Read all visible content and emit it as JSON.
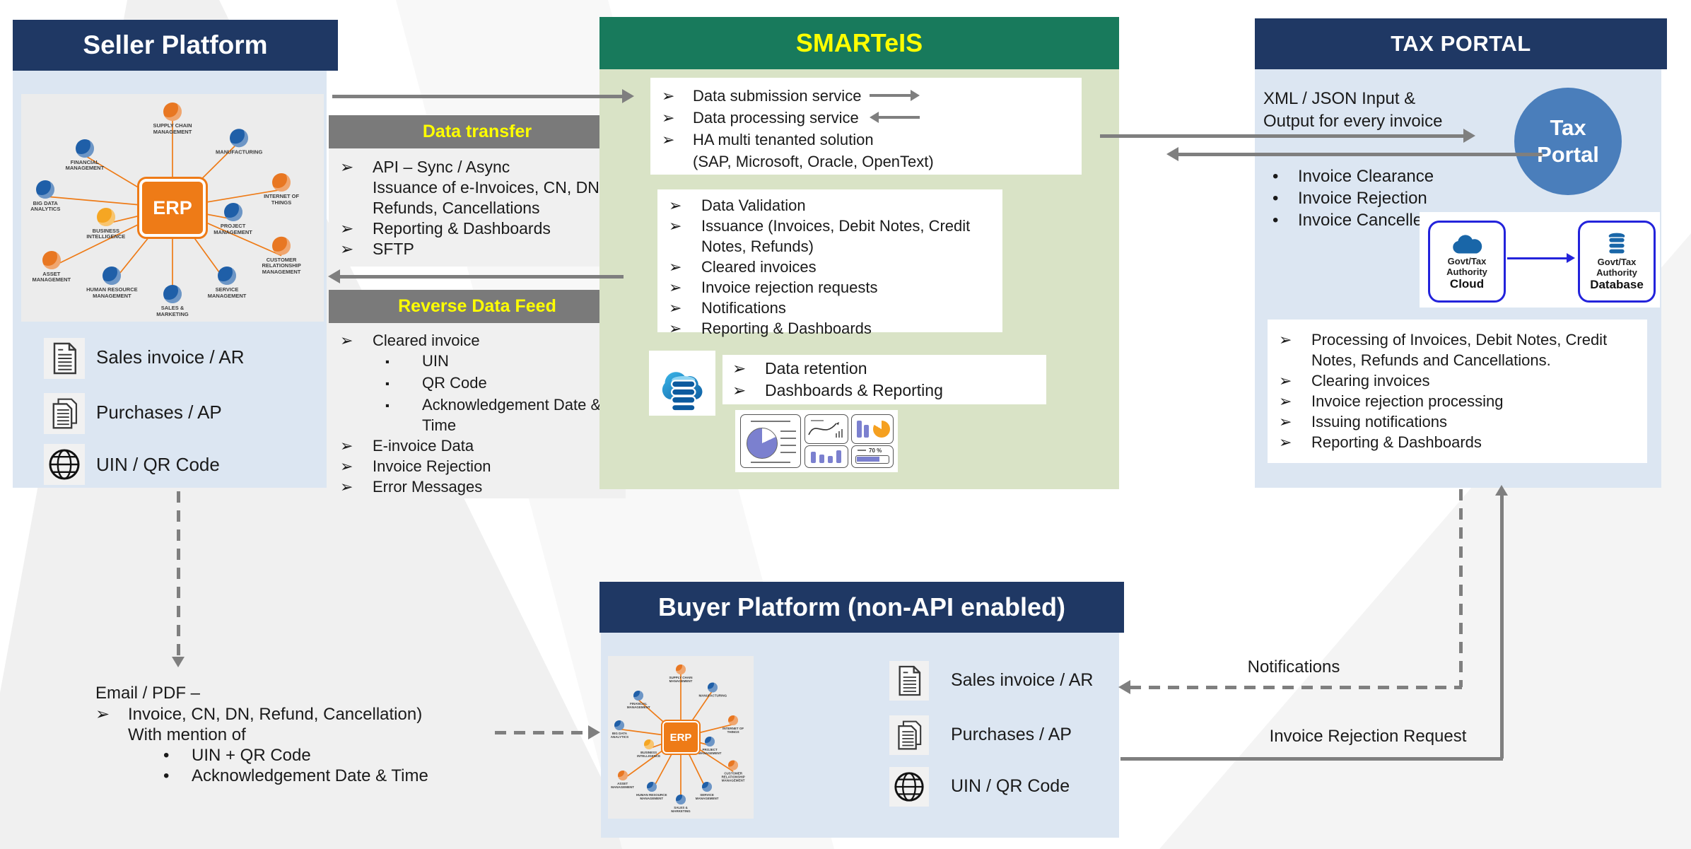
{
  "glyphs": {
    "pointer": "➢",
    "square": "▪",
    "dot": "•"
  },
  "colors": {
    "navy": "#1F3864",
    "green": "#187A5C",
    "light_green": "#D9E3C6",
    "light_blue": "#DCE6F2",
    "gray_header": "#7A7A7A",
    "light_gray": "#F0F0F0",
    "yellow": "#FFFF00",
    "arrow": "#7F7F7F",
    "circle_blue": "#4A7EBB",
    "gov_blue": "#2323DB",
    "erp_orange": "#EE7B17",
    "panel_gray": "#ECECEC"
  },
  "erp": {
    "label": "ERP",
    "modules": [
      "FINANCIAL MANAGEMENT",
      "SUPPLY CHAIN MANAGEMENT",
      "MANUFACTURING",
      "BIG DATA ANALYTICS",
      "BUSINESS INTELLIGENCE",
      "INTERNET OF THINGS",
      "PROJECT MANAGEMENT",
      "ASSET MANAGEMENT",
      "HUMAN RESOURCE MANAGEMENT",
      "SALES & MARKETING",
      "SERVICE MANAGEMENT",
      "CUSTOMER RELATIONSHIP MANAGEMENT"
    ]
  },
  "seller": {
    "title": "Seller Platform",
    "items": [
      "Sales invoice / AR",
      "Purchases / AP",
      "UIN / QR Code"
    ]
  },
  "data_transfer": {
    "title": "Data transfer",
    "lines": [
      "API – Sync / Async",
      "Issuance of e-Invoices, CN, DN, Refunds, Cancellations",
      "Reporting & Dashboards",
      "SFTP"
    ]
  },
  "reverse_feed": {
    "title": "Reverse Data Feed",
    "lines": [
      "Cleared invoice",
      "UIN",
      "QR Code",
      "Acknowledgement Date & Time",
      "E-invoice Data",
      "Invoice Rejection",
      "Error Messages"
    ]
  },
  "smarteis": {
    "title": "SMARTeIS",
    "services": [
      "Data submission service",
      "Data processing service",
      "HA multi tenanted solution"
    ],
    "services_note": "(SAP, Microsoft, Oracle, OpenText)",
    "processing": [
      "Data Validation",
      "Issuance (Invoices, Debit Notes, Credit Notes, Refunds)",
      "Cleared invoices",
      "Invoice rejection requests",
      "Notifications",
      "Reporting & Dashboards"
    ],
    "retention": [
      "Data retention",
      "Dashboards & Reporting"
    ],
    "dashboard_progress": "70 %"
  },
  "tax_portal": {
    "title": "TAX PORTAL",
    "intro_line1": "XML / JSON Input &",
    "intro_line2": "Output for every invoice",
    "bullets": [
      "Invoice Clearance",
      "Invoice Rejection",
      "Invoice Cancelled"
    ],
    "circle_label": "Tax Portal",
    "cloud_box": {
      "line1": "Govt/Tax",
      "line2": "Authority",
      "line3": "Cloud"
    },
    "db_box": {
      "line1": "Govt/Tax",
      "line2": "Authority",
      "line3": "Database"
    },
    "functions": [
      "Processing of Invoices, Debit Notes, Credit Notes, Refunds and Cancellations.",
      "Clearing invoices",
      "Invoice rejection processing",
      "Issuing notifications",
      "Reporting & Dashboards"
    ]
  },
  "buyer": {
    "title": "Buyer Platform (non-API enabled)",
    "items": [
      "Sales invoice / AR",
      "Purchases / AP",
      "UIN / QR Code"
    ]
  },
  "email_box": {
    "heading": "Email / PDF –",
    "line1": "Invoice, CN, DN, Refund, Cancellation)",
    "line2": "With mention  of",
    "bullets": [
      "UIN + QR Code",
      "Acknowledgement Date & Time"
    ]
  },
  "flows": {
    "notifications": "Notifications",
    "invoice_rejection": "Invoice Rejection Request"
  }
}
